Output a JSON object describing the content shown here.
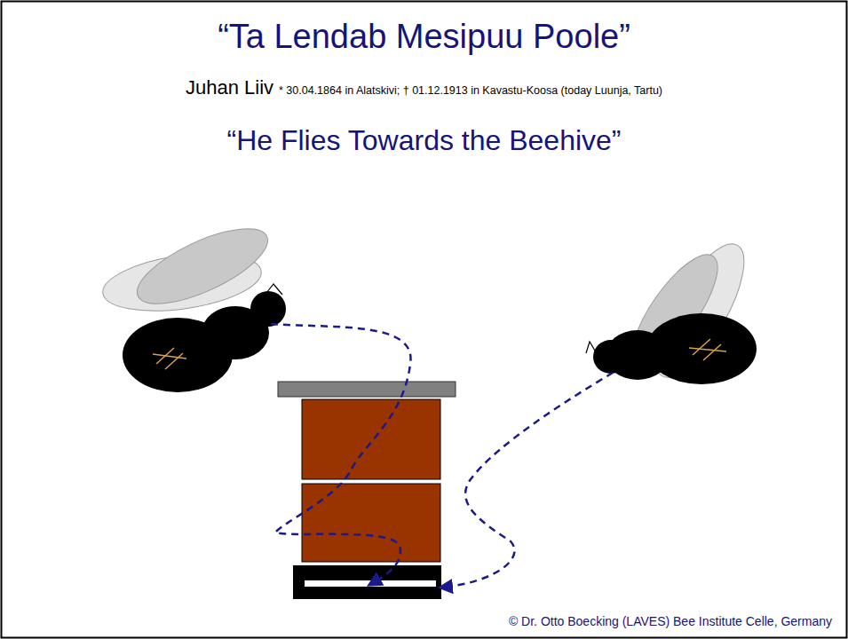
{
  "diagram": {
    "title": "“Ta Lendab Mesipuu Poole”",
    "labels": [
      "Juhan Liiv",
      "* 30.04.1864 in Alatskivi; † 01.12.1913 in Kavastu-Koosa (today Luunja, Tartu)",
      "“He Flies Towards the Beehive”",
      "© Dr. Otto Boecking (LAVES) Bee Institute Celle, Germany"
    ]
  }
}
